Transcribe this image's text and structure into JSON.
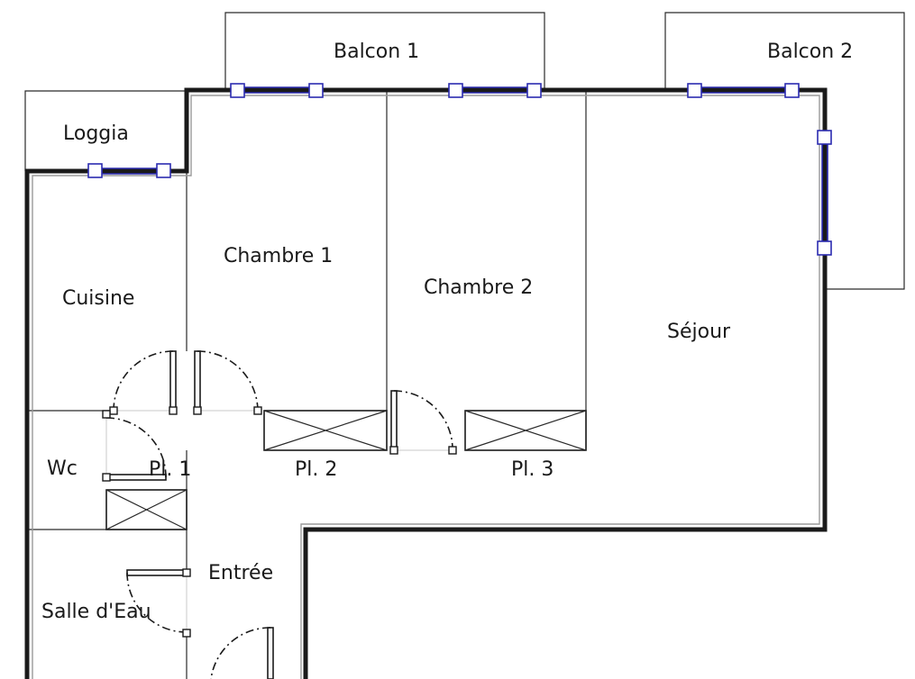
{
  "plan": {
    "rooms": {
      "balcon1": "Balcon 1",
      "balcon2": "Balcon 2",
      "loggia": "Loggia",
      "chambre1": "Chambre 1",
      "chambre2": "Chambre 2",
      "cuisine": "Cuisine",
      "sejour": "Séjour",
      "wc": "Wc",
      "pl1": "Pl. 1",
      "pl2": "Pl. 2",
      "pl3": "Pl. 3",
      "entree": "Entrée",
      "salle_eau": "Salle d'Eau"
    },
    "colors": {
      "wall": "#1a1a1a",
      "window": "#2b2bb0",
      "background": "#ffffff"
    }
  }
}
